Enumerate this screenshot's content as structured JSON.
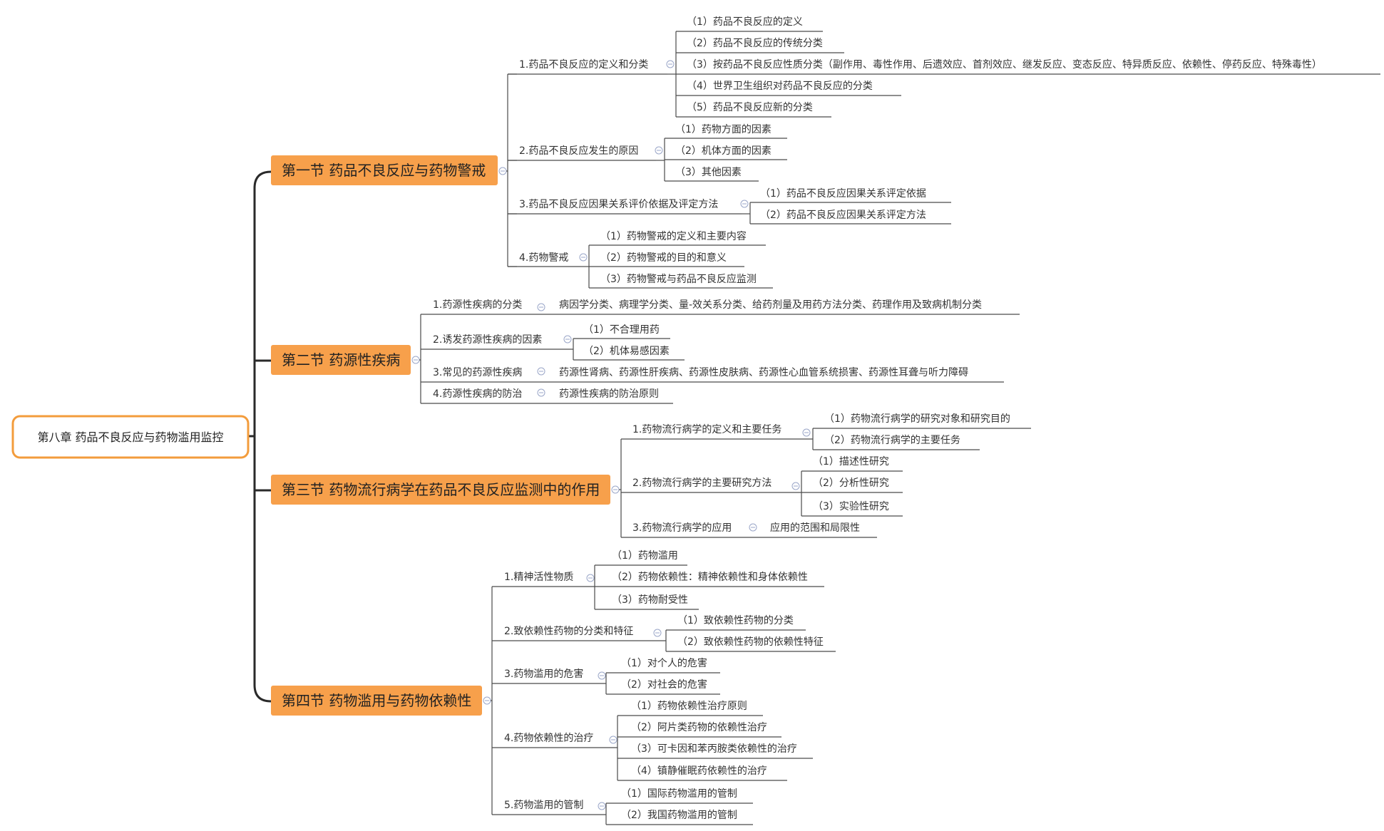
{
  "root": {
    "label": "第八章 药品不良反应与药物滥用监控"
  },
  "colors": {
    "section_fill": "#F7A04B",
    "root_border": "#F39C3C",
    "line": "#4a4a4a",
    "trunk": "#2a2a2a",
    "toggle": "#9aa6c8"
  },
  "sections": [
    {
      "label": "第一节 药品不良反应与药物警戒",
      "topics": [
        {
          "label": "1.药品不良反应的定义和分类",
          "items": [
            "（1）药品不良反应的定义",
            "（2）药品不良反应的传统分类",
            "（3）按药品不良反应性质分类（副作用、毒性作用、后遗效应、首剂效应、继发反应、变态反应、特异质反应、依赖性、停药反应、特殊毒性）",
            "（4）世界卫生组织对药品不良反应的分类",
            "（5）药品不良反应新的分类"
          ]
        },
        {
          "label": "2.药品不良反应发生的原因",
          "items": [
            "（1）药物方面的因素",
            "（2）机体方面的因素",
            "（3）其他因素"
          ]
        },
        {
          "label": "3.药品不良反应因果关系评价依据及评定方法",
          "items": [
            "（1）药品不良反应因果关系评定依据",
            "（2）药品不良反应因果关系评定方法"
          ]
        },
        {
          "label": "4.药物警戒",
          "items": [
            "（1）药物警戒的定义和主要内容",
            "（2）药物警戒的目的和意义",
            "（3）药物警戒与药品不良反应监测"
          ]
        }
      ]
    },
    {
      "label": "第二节 药源性疾病",
      "topics": [
        {
          "label": "1.药源性疾病的分类",
          "items": [
            "病因学分类、病理学分类、量-效关系分类、给药剂量及用药方法分类、药理作用及致病机制分类"
          ]
        },
        {
          "label": "2.诱发药源性疾病的因素",
          "items": [
            "（1）不合理用药",
            "（2）机体易感因素"
          ]
        },
        {
          "label": "3.常见的药源性疾病",
          "items": [
            "药源性肾病、药源性肝疾病、药源性皮肤病、药源性心血管系统损害、药源性耳聋与听力障碍"
          ]
        },
        {
          "label": "4.药源性疾病的防治",
          "items": [
            "药源性疾病的防治原则"
          ]
        }
      ]
    },
    {
      "label": "第三节 药物流行病学在药品不良反应监测中的作用",
      "topics": [
        {
          "label": "1.药物流行病学的定义和主要任务",
          "items": [
            "（1）药物流行病学的研究对象和研究目的",
            "（2）药物流行病学的主要任务"
          ]
        },
        {
          "label": "2.药物流行病学的主要研究方法",
          "items": [
            "（1）描述性研究",
            "（2）分析性研究",
            "（3）实验性研究"
          ]
        },
        {
          "label": "3.药物流行病学的应用",
          "items": [
            "应用的范围和局限性"
          ]
        }
      ]
    },
    {
      "label": "第四节 药物滥用与药物依赖性",
      "topics": [
        {
          "label": "1.精神活性物质",
          "items": [
            "（1）药物滥用",
            "（2）药物依赖性：精神依赖性和身体依赖性",
            "（3）药物耐受性"
          ]
        },
        {
          "label": "2.致依赖性药物的分类和特征",
          "items": [
            "（1）致依赖性药物的分类",
            "（2）致依赖性药物的依赖性特征"
          ]
        },
        {
          "label": "3.药物滥用的危害",
          "items": [
            "（1）对个人的危害",
            "（2）对社会的危害"
          ]
        },
        {
          "label": "4.药物依赖性的治疗",
          "items": [
            "（1）药物依赖性治疗原则",
            "（2）阿片类药物的依赖性治疗",
            "（3）可卡因和苯丙胺类依赖性的治疗",
            "（4）镇静催眠药依赖性的治疗"
          ]
        },
        {
          "label": "5.药物滥用的管制",
          "items": [
            "（1）国际药物滥用的管制",
            "（2）我国药物滥用的管制"
          ]
        }
      ]
    }
  ]
}
